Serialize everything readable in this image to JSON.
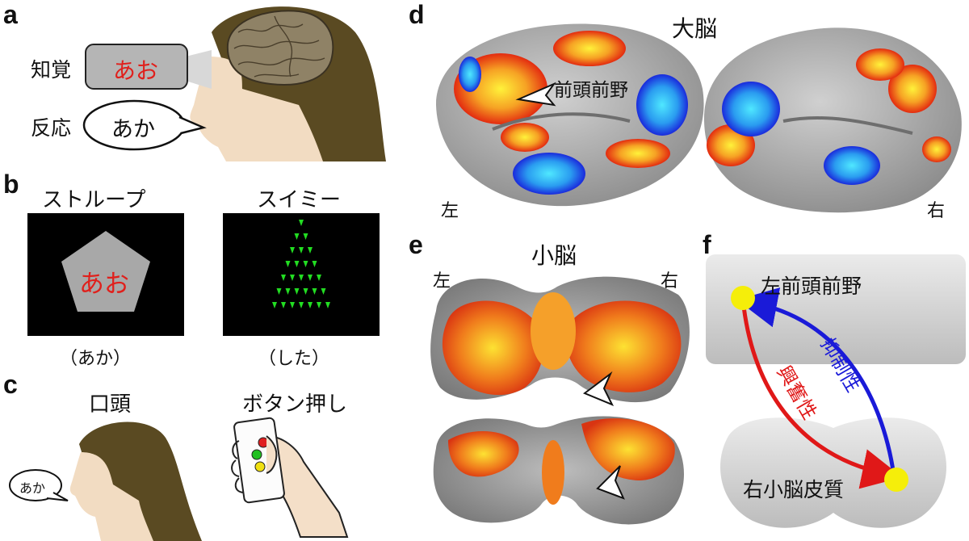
{
  "panels": {
    "a": {
      "label": "a",
      "perception_label": "知覚",
      "reaction_label": "反応",
      "bubble_perceive": "あお",
      "bubble_respond": "あか",
      "colors": {
        "red_text": "#e0201c",
        "hair": "#5a4a22",
        "skin": "#f2dcc2",
        "brain": "#8f8266"
      }
    },
    "b": {
      "label": "b",
      "stroop_title": "ストループ",
      "swimmy_title": "スイミー",
      "stroop_word": "あお",
      "stroop_answer": "（あか）",
      "swimmy_answer": "（した）",
      "colors": {
        "triangle": "#22dd22",
        "pentagon": "#a8a8a8"
      }
    },
    "c": {
      "label": "c",
      "oral_title": "口頭",
      "button_title": "ボタン押し",
      "speech": "あか"
    },
    "d": {
      "label": "d",
      "title": "大脳",
      "annotation": "前頭前野",
      "left": "左",
      "right": "右"
    },
    "e": {
      "label": "e",
      "title": "小脳",
      "left": "左",
      "right": "右"
    },
    "f": {
      "label": "f",
      "top_region": "左前頭前野",
      "bottom_region": "右小脳皮質",
      "inhibitory": "抑制性",
      "excitatory": "興奮性",
      "colors": {
        "inhibitory": "#1a1ad8",
        "excitatory": "#e01818",
        "node": "#f5ee0a"
      }
    }
  }
}
